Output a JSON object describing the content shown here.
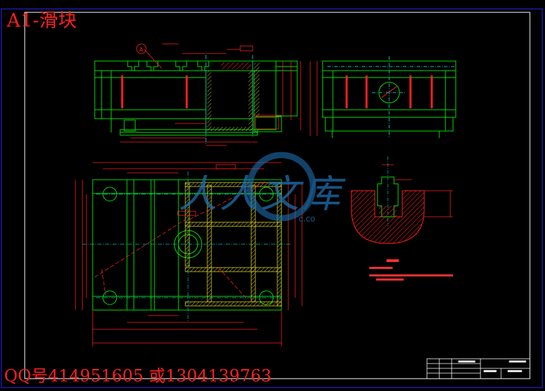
{
  "drawing": {
    "title": "A1-滑块",
    "contact": "QQ号414951605 或1304139763"
  },
  "watermark": {
    "text": "人人文库",
    "sub": "c.co"
  },
  "colors": {
    "background": "#000000",
    "outline": "#00ff00",
    "dimension": "#ff2020",
    "hatch": "#ff2020",
    "border": "#2020ff",
    "frame": "#ffffff",
    "hidden": "#ffff00"
  }
}
